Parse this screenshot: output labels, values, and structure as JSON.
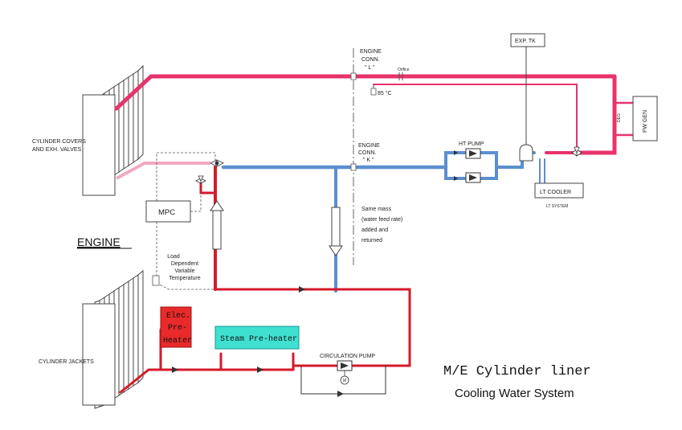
{
  "labels": {
    "cylinder_covers": [
      "CYLINDER COVERS",
      "AND EXH. VALVES"
    ],
    "cylinder_jackets": "CYLINDER JACKETS",
    "engine": "ENGINE",
    "mpc": "MPC",
    "load_dependent": [
      "Load",
      "Dependent",
      "Variable",
      "Temperature"
    ],
    "engine_conn_l": [
      "ENGINE",
      "CONN.",
      "\" L \""
    ],
    "engine_conn_k": [
      "ENGINE",
      "CONN.",
      "\" K \""
    ],
    "temp_85": "85 °C",
    "orifice": "Orifice",
    "exp_tk": "EXP. TK",
    "fw_gen": "FW GEN",
    "deg": "DEG",
    "ht_pump": "HT PUMP",
    "lt_cooler": "LT COOLER",
    "lt_system": "LT SYSTEM",
    "same_mass": [
      "Same mass",
      "(water feed rate)",
      "added and",
      "returned"
    ],
    "elec_preheater": [
      "Elec.",
      "Pre-",
      "Heater"
    ],
    "steam_preheater": "Steam Pre-heater",
    "circulation_pump": "CIRCULATION PUMP",
    "motor": "M",
    "title_line1": "M/E Cylinder liner",
    "title_line2": "Cooling Water System"
  },
  "colors": {
    "hot_line": "#e8336a",
    "hot_line_dark": "#d61a2a",
    "cool_line": "#5b8fd0",
    "elec_heater_fill": "#e82a2a",
    "steam_heater_fill": "#40e0d0",
    "structure": "#444444"
  }
}
